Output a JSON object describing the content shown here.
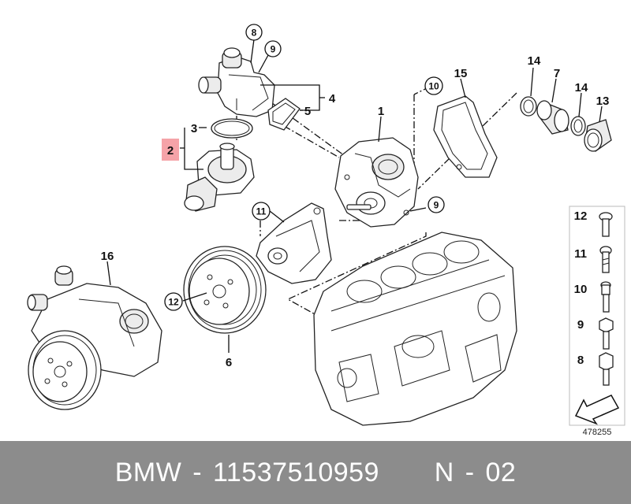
{
  "callouts": {
    "c1": "1",
    "c2": "2",
    "c3": "3",
    "c4": "4",
    "c5": "5",
    "c6": "6",
    "c7": "7",
    "c8": "8",
    "c9a": "9",
    "c9b": "9",
    "c10": "10",
    "c11": "11",
    "c12": "12",
    "c13": "13",
    "c14a": "14",
    "c14b": "14",
    "c15": "15",
    "c16": "16"
  },
  "legend": {
    "items": [
      {
        "label": "12"
      },
      {
        "label": "11"
      },
      {
        "label": "10"
      },
      {
        "label": "9"
      },
      {
        "label": "8"
      }
    ]
  },
  "reference_number": "478255",
  "highlight_color": "#f5a3a8",
  "footer": {
    "text": "BMW - 11537510959     N - 02",
    "background": "#8c8c8c"
  }
}
